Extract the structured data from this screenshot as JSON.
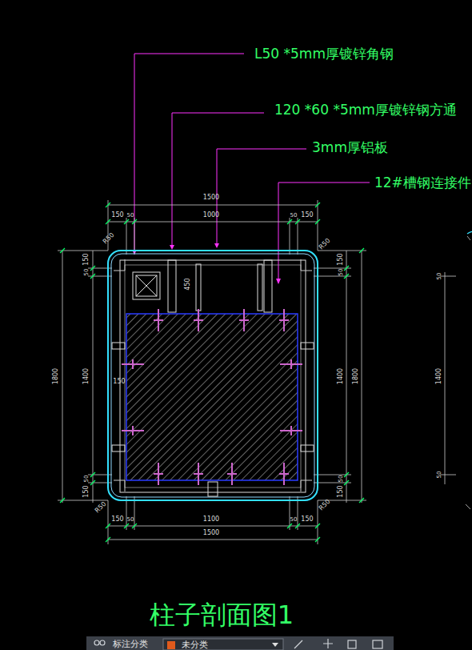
{
  "diagram": {
    "title": "柱子剖面图1",
    "labels": [
      "L50 *5mm厚镀锌角钢",
      "120 *60 *5mm厚镀锌钢方通",
      "3mm厚铝板",
      "12#槽钢连接件",
      "1500",
      "150",
      "50",
      "1000",
      "50",
      "150",
      "R50",
      "R50",
      "R50",
      "R50",
      "1800",
      "150",
      "50",
      "1400",
      "50",
      "150",
      "150",
      "50",
      "1400",
      "50",
      "150",
      "1800",
      "50",
      "1400",
      "50",
      "450",
      "150",
      "150",
      "50",
      "1100",
      "50",
      "150",
      "1500",
      "标注分类",
      "未分类"
    ]
  }
}
